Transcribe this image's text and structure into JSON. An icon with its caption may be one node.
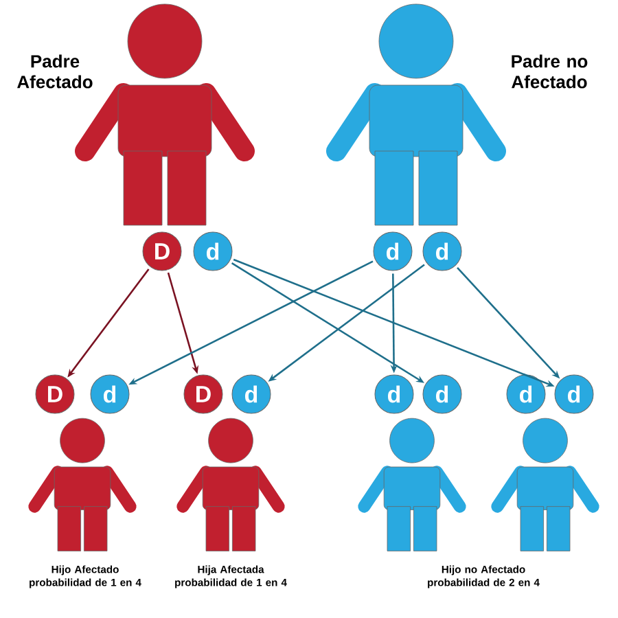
{
  "diagram": {
    "nodes": [
      {
        "text": [
          "D"
        ]
      },
      {
        "text": [
          "d"
        ]
      },
      {
        "text": [
          "d"
        ]
      },
      {
        "text": [
          "d"
        ]
      },
      {
        "text": [
          "D"
        ]
      },
      {
        "text": [
          "d"
        ]
      },
      {
        "text": [
          "D"
        ]
      },
      {
        "text": [
          "d"
        ]
      },
      {
        "text": [
          "d"
        ]
      },
      {
        "text": [
          "d"
        ]
      },
      {
        "text": [
          "d"
        ]
      },
      {
        "text": [
          "d"
        ]
      }
    ],
    "edges": [
      {
        "from": 0,
        "to": 4,
        "arrow": "to",
        "color": "#7a1222"
      },
      {
        "from": 0,
        "to": 6,
        "arrow": "to",
        "color": "#7a1222"
      },
      {
        "from": 1,
        "to": 9,
        "arrow": "to"
      },
      {
        "from": 1,
        "to": 11,
        "arrow": "to"
      },
      {
        "from": 2,
        "to": 5,
        "arrow": "to"
      },
      {
        "from": 2,
        "to": 8,
        "arrow": "to"
      },
      {
        "from": 3,
        "to": 7,
        "arrow": "to"
      },
      {
        "from": 3,
        "to": 11,
        "arrow": "to"
      }
    ],
    "labels": [
      "Padre Afectado",
      "Padre no Afectado",
      "Hijo Afectado probabilidad de 1 en 4",
      "Hija Afectada probabilidad de 1 en 4",
      "Hijo no Afectado probabilidad de 2 en 4"
    ]
  }
}
